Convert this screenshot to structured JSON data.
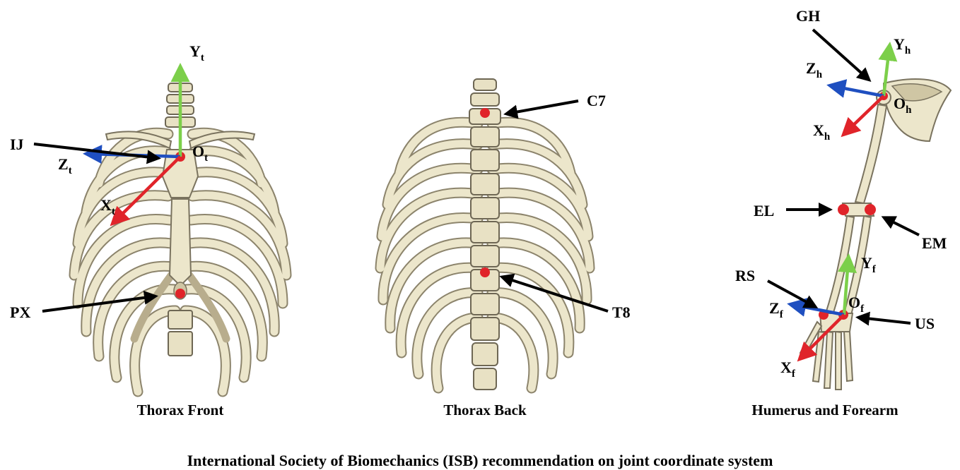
{
  "colors": {
    "y_axis": "#7ccf4a",
    "z_axis": "#1f4fc0",
    "x_axis": "#e0242a",
    "landmark": "#e0242a",
    "pointer": "#000000",
    "bone": "#ece6cb",
    "bone_outline": "#7a735f"
  },
  "panels": {
    "thorax_front": {
      "caption": "Thorax Front",
      "landmarks": {
        "ij": "IJ",
        "px": "PX"
      },
      "axes": {
        "y": {
          "main": "Y",
          "sub": "t"
        },
        "z": {
          "main": "Z",
          "sub": "t"
        },
        "x": {
          "main": "X",
          "sub": "t"
        },
        "origin": {
          "main": "O",
          "sub": "t"
        }
      }
    },
    "thorax_back": {
      "caption": "Thorax Back",
      "landmarks": {
        "c7": "C7",
        "t8": "T8"
      }
    },
    "humerus_forearm": {
      "caption": "Humerus and Forearm",
      "landmarks": {
        "gh": "GH",
        "el": "EL",
        "em": "EM",
        "rs": "RS",
        "us": "US"
      },
      "humerus_axes": {
        "y": {
          "main": "Y",
          "sub": "h"
        },
        "z": {
          "main": "Z",
          "sub": "h"
        },
        "x": {
          "main": "X",
          "sub": "h"
        },
        "origin": {
          "main": "O",
          "sub": "h"
        }
      },
      "forearm_axes": {
        "y": {
          "main": "Y",
          "sub": "f"
        },
        "z": {
          "main": "Z",
          "sub": "f"
        },
        "x": {
          "main": "X",
          "sub": "f"
        },
        "origin": {
          "main": "O",
          "sub": "f"
        }
      }
    }
  },
  "footer": "International Society of Biomechanics (ISB) recommendation on joint coordinate system"
}
